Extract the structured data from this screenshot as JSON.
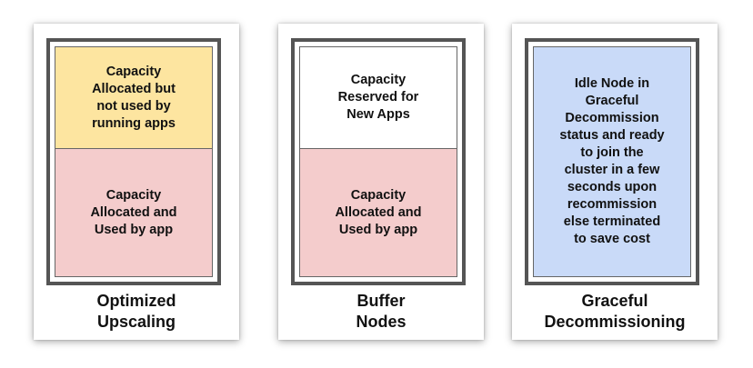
{
  "colors": {
    "unused_capacity": "#fde5a0",
    "used_capacity": "#f4cccc",
    "reserved_capacity": "#ffffff",
    "idle_node": "#c9daf8",
    "frame": "#555555"
  },
  "cards": [
    {
      "caption": "Optimized\nUpscaling",
      "top_region": "Capacity\nAllocated but\nnot used by\nrunning apps",
      "bottom_region": "Capacity\nAllocated and\nUsed by app"
    },
    {
      "caption": "Buffer\nNodes",
      "top_region": "Capacity\nReserved for\nNew Apps",
      "bottom_region": "Capacity\nAllocated and\nUsed by app"
    },
    {
      "caption": "Graceful\nDecommissioning",
      "full_region": "Idle Node in\nGraceful\nDecommission\nstatus and ready\nto join the\ncluster in a few\nseconds upon\nrecommission\nelse terminated\nto save cost"
    }
  ]
}
